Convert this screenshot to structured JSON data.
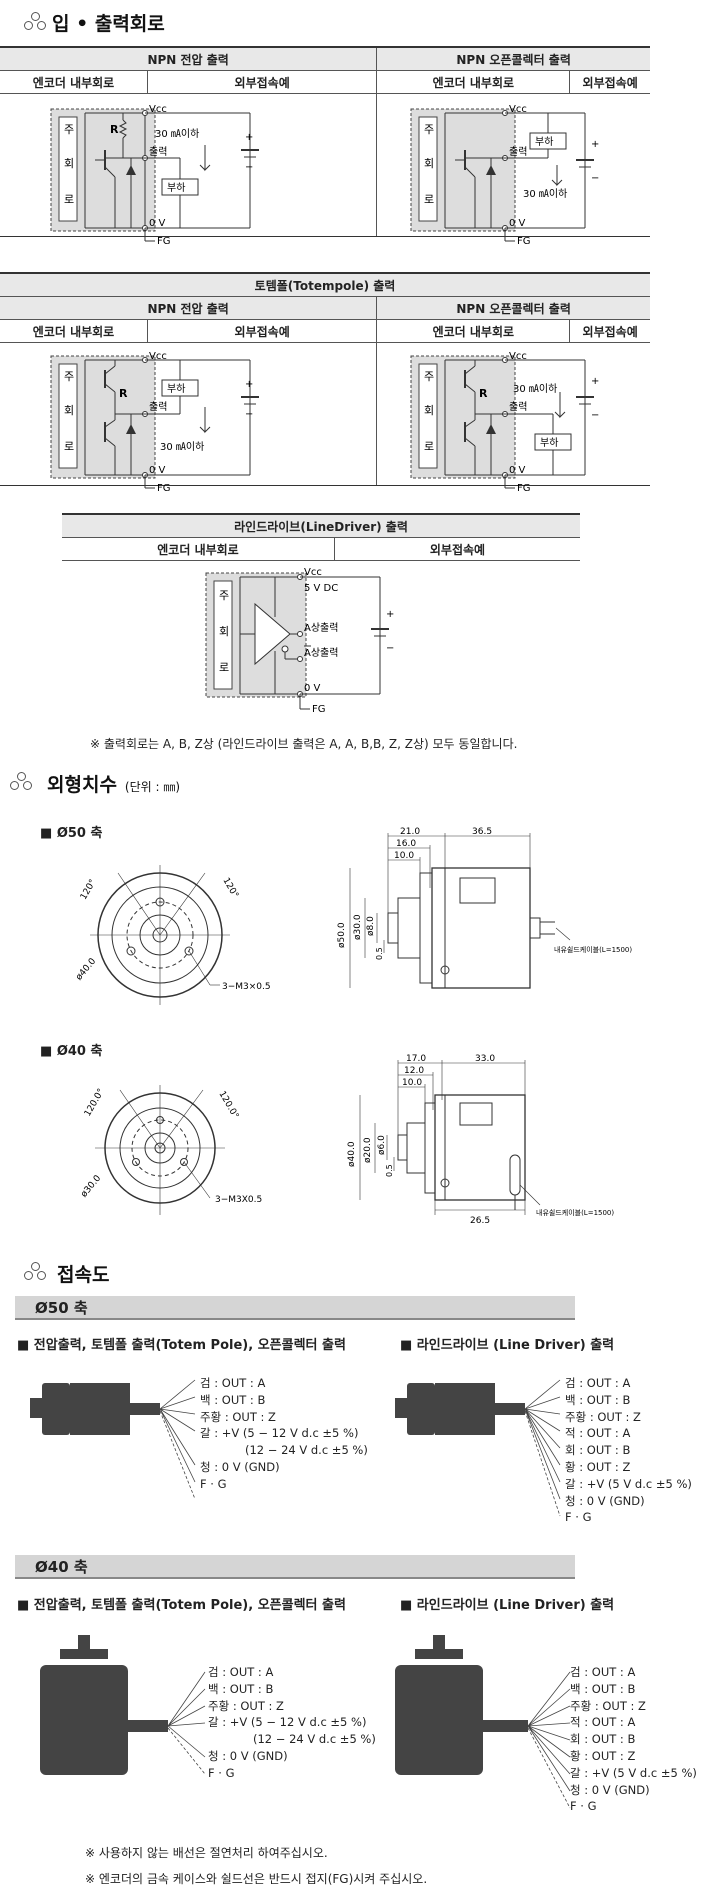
{
  "section_io": {
    "title": "입 • 출력회로",
    "npn_voltage": "NPN 전압 출력",
    "npn_open": "NPN 오픈콜렉터 출력",
    "encoder_internal": "엔코더 내부회로",
    "external": "외부접속예",
    "totem_title": "토템폴(Totempole) 출력",
    "linedriver_title": "라인드라이브(LineDriver) 출력",
    "note": "※ 출력회로는 A, B, Z상 (라인드라이브 출력은 A, A, B,B, Z, Z상) 모두 동일합니다."
  },
  "circuit": {
    "vcc": "Vcc",
    "ov": "0 V",
    "fg": "FG",
    "r": "R",
    "out": "출력",
    "max30": "30 ㎃이하",
    "load": "부하",
    "main1": "주",
    "main2": "회",
    "main3": "로",
    "dc5": "5 V DC",
    "a_out": "A상출력",
    "abar_out": "A상출력"
  },
  "section_dim": {
    "title": "외형치수",
    "unit": "(단위 : ㎜)",
    "shaft50": "Ø50 축",
    "shaft40": "Ø40 축",
    "d50_angle1": "120°",
    "d50_angle2": "120°",
    "d50_pcd": "ø40.0",
    "d50_screw": "3−M3×0.5",
    "d50_w1": "21.0",
    "d50_w2": "36.5",
    "d50_w3": "16.0",
    "d50_w4": "10.0",
    "d50_dia1": "ø50.0",
    "d50_dia2": "ø30.0",
    "d50_dia3": "ø8.0",
    "d50_dia4": "0.5",
    "d50_cable": "내유쉴드케이블(L=1500)",
    "d40_angle1": "120.0°",
    "d40_angle2": "120.0°",
    "d40_pcd": "ø30.0",
    "d40_screw": "3−M3X0.5",
    "d40_w1": "17.0",
    "d40_w2": "33.0",
    "d40_w3": "12.0",
    "d40_w4": "10.0",
    "d40_dia1": "ø40.0",
    "d40_dia2": "ø20.0",
    "d40_dia3": "ø6.0",
    "d40_dia4": "0.5",
    "d40_bottom": "26.5",
    "d40_cable": "내유쉴드케이블(L=1500)"
  },
  "section_conn": {
    "title": "접속도",
    "band50": "Ø50 축",
    "band40": "Ø40 축",
    "left_head": "■ 전압출력, 토템폴 출력(Totem Pole), 오픈콜렉터 출력",
    "right_head": "■ 라인드라이브 (Line Driver) 출력",
    "left_wires": [
      "검 : OUT : A",
      "백 : OUT : B",
      "주황 : OUT : Z",
      "갈 : +V (5 − 12 V d.c ±5 %)",
      "(12 − 24 V d.c ±5 %)",
      "청 : 0 V (GND)",
      "F · G"
    ],
    "right_wires": [
      "검 : OUT : A",
      "백 : OUT : B",
      "주황 : OUT : Z",
      "적 : OUT : A",
      "회 : OUT : B",
      "황 : OUT : Z",
      "갈 : +V (5 V d.c ±5 %)",
      "청 : 0 V (GND)",
      "F · G"
    ],
    "note1": "※ 사용하지 않는 배선은 절연처리 하여주십시오.",
    "note2": "※ 엔코더의 금속 케이스와 쉴드선은 반드시 접지(FG)시켜 주십시오."
  }
}
